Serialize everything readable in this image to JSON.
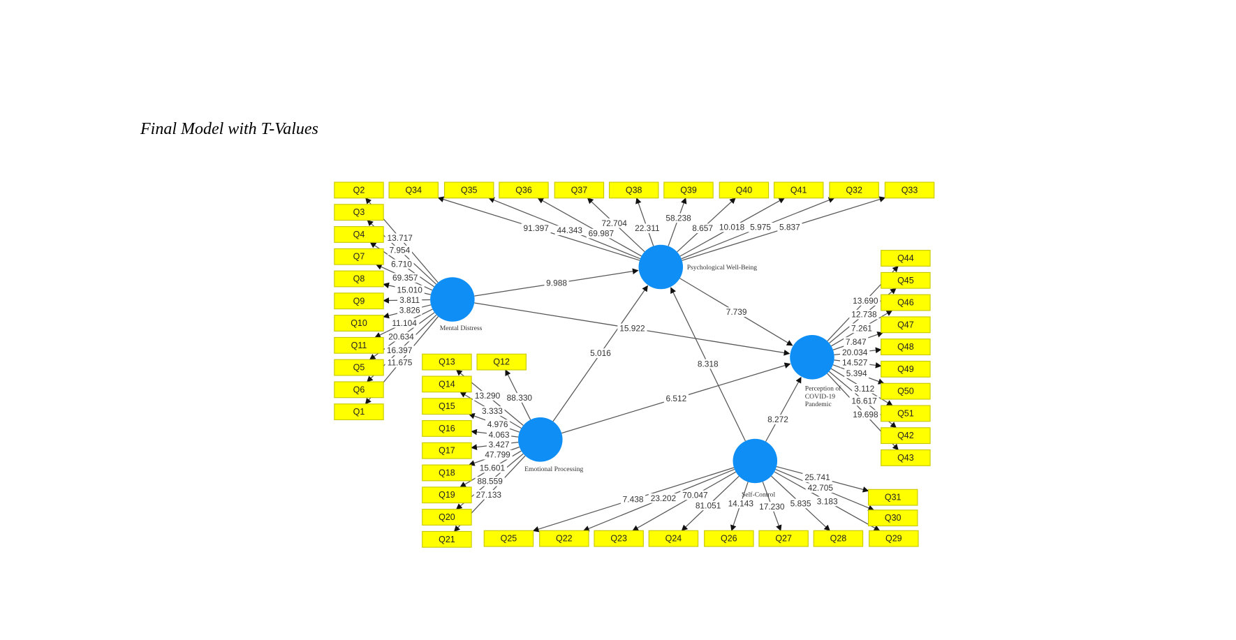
{
  "title": "Final Model with T-Values",
  "colors": {
    "construct": "#0f8ff5",
    "indicator": "#ffff00",
    "line": "#555555"
  },
  "constructs": [
    {
      "id": "md",
      "name_lines": [
        "Mental Distress"
      ],
      "indicators": [
        {
          "label": "Q2",
          "t": "13.717"
        },
        {
          "label": "Q3",
          "t": "7.954"
        },
        {
          "label": "Q4",
          "t": "6.710"
        },
        {
          "label": "Q7",
          "t": "69.357"
        },
        {
          "label": "Q8",
          "t": "15.010"
        },
        {
          "label": "Q9",
          "t": "3.811"
        },
        {
          "label": "Q10",
          "t": "3.826"
        },
        {
          "label": "Q11",
          "t": "11.104"
        },
        {
          "label": "Q5",
          "t": "20.634"
        },
        {
          "label": "Q6",
          "t": "16.397"
        },
        {
          "label": "Q1",
          "t": "11.675"
        }
      ]
    },
    {
      "id": "pwb",
      "name_lines": [
        "Psychological Well-Being"
      ],
      "indicators": [
        {
          "label": "Q34",
          "t": "91.397"
        },
        {
          "label": "Q35",
          "t": "44.343"
        },
        {
          "label": "Q36",
          "t": "69.987"
        },
        {
          "label": "Q37",
          "t": "72.704"
        },
        {
          "label": "Q38",
          "t": "22.311"
        },
        {
          "label": "Q39",
          "t": "58.238"
        },
        {
          "label": "Q40",
          "t": "8.657"
        },
        {
          "label": "Q41",
          "t": "10.018"
        },
        {
          "label": "Q32",
          "t": "5.975"
        },
        {
          "label": "Q33",
          "t": "5.837"
        }
      ]
    },
    {
      "id": "pcp",
      "name_lines": [
        "Perception of",
        "COVID-19",
        "Pandemic"
      ],
      "indicators": [
        {
          "label": "Q44",
          "t": "13.690"
        },
        {
          "label": "Q45",
          "t": "12.738"
        },
        {
          "label": "Q46",
          "t": "7.261"
        },
        {
          "label": "Q47",
          "t": "7.847"
        },
        {
          "label": "Q48",
          "t": "20.034"
        },
        {
          "label": "Q49",
          "t": "14.527"
        },
        {
          "label": "Q50",
          "t": "5.394"
        },
        {
          "label": "Q51",
          "t": "3.112"
        },
        {
          "label": "Q42",
          "t": "16.617"
        },
        {
          "label": "Q43",
          "t": "19.698"
        }
      ]
    },
    {
      "id": "ep",
      "name_lines": [
        "Emotional Processing"
      ],
      "indicators": [
        {
          "label": "Q12",
          "t": "88.330"
        },
        {
          "label": "Q13",
          "t": "13.290"
        },
        {
          "label": "Q14",
          "t": "3.333"
        },
        {
          "label": "Q15",
          "t": "4.976"
        },
        {
          "label": "Q16",
          "t": "4.063"
        },
        {
          "label": "Q17",
          "t": "3.427"
        },
        {
          "label": "Q18",
          "t": "47.799"
        },
        {
          "label": "Q19",
          "t": "15.601"
        },
        {
          "label": "Q20",
          "t": "88.559"
        },
        {
          "label": "Q21",
          "t": "27.133"
        }
      ]
    },
    {
      "id": "sc",
      "name_lines": [
        "Self-Control"
      ],
      "indicators": [
        {
          "label": "Q25",
          "t": "7.438"
        },
        {
          "label": "Q22",
          "t": "23.202"
        },
        {
          "label": "Q23",
          "t": "70.047"
        },
        {
          "label": "Q24",
          "t": "81.051"
        },
        {
          "label": "Q26",
          "t": "14.143"
        },
        {
          "label": "Q27",
          "t": "17.230"
        },
        {
          "label": "Q28",
          "t": "5.835"
        },
        {
          "label": "Q29",
          "t": "3.183"
        },
        {
          "label": "Q30",
          "t": "42.705"
        },
        {
          "label": "Q31",
          "t": "25.741"
        }
      ]
    }
  ],
  "paths": [
    {
      "from": "md",
      "to": "pwb",
      "t": "9.988"
    },
    {
      "from": "md",
      "to": "pcp",
      "t": "15.922"
    },
    {
      "from": "ep",
      "to": "pwb",
      "t": "5.016"
    },
    {
      "from": "ep",
      "to": "pcp",
      "t": "6.512"
    },
    {
      "from": "sc",
      "to": "pwb",
      "t": "8.318"
    },
    {
      "from": "sc",
      "to": "pcp",
      "t": "8.272"
    },
    {
      "from": "pwb",
      "to": "pcp",
      "t": "7.739"
    }
  ]
}
